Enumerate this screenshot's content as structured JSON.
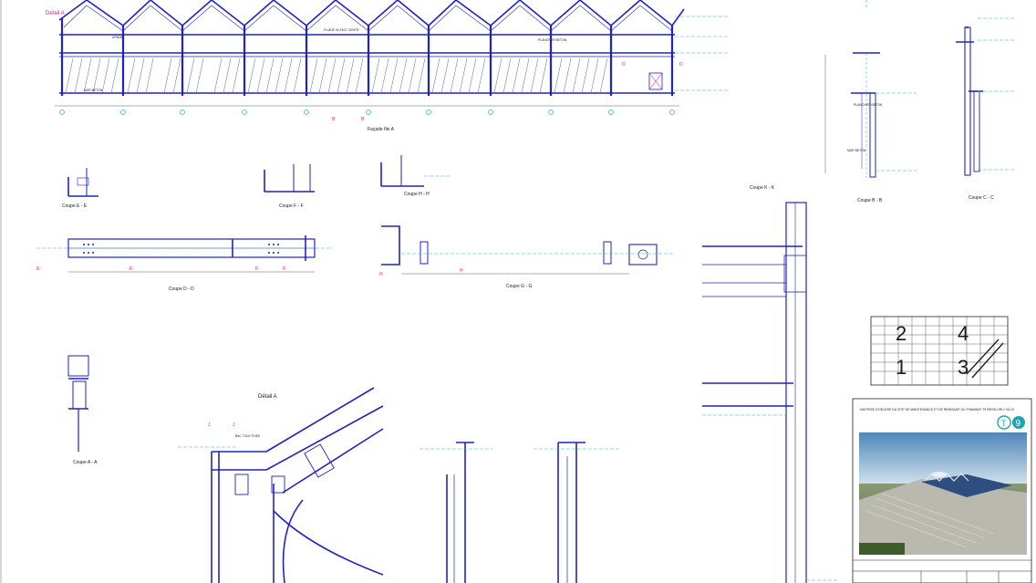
{
  "sheet": {
    "elevation_title": "Façade file A",
    "detail_label": "Détail A",
    "views": {
      "coupe_ee": "Coupe E - E",
      "coupe_ff": "Coupe F - F",
      "coupe_hh": "Coupe H - H",
      "coupe_dd": "Coupe D - D",
      "coupe_gg": "Coupe G - G",
      "coupe_kk": "Coupe K - K",
      "coupe_bb": "Coupe B - B",
      "coupe_cc": "Coupe C - C",
      "coupe_aa": "Coupe A - A",
      "detail_a": "Détail A"
    },
    "key_plan_numbers": [
      "2",
      "4",
      "1",
      "3"
    ],
    "annotations": {
      "fluide": "FLUIDE Ht 23/27 CENTR.",
      "plancher_beton": "PLANCHER BETON",
      "mur_beton": "MUR BETON",
      "uplink": "UPN260",
      "bac_tole": "BAC TOLE PLIEE"
    },
    "title_block": {
      "header": "MAITRISE D'OEUVRE DU SITE DE MAINTENANCE ET DE REMISAGE DU TRAMWAY T9 PARIS-ORLY VILLE",
      "line_badge": "9",
      "line_prefix": "T"
    }
  },
  "colors": {
    "drawing_blue": "#1f22c8",
    "hatch_blue": "#5a5ad8",
    "section_magenta": "#e0209a",
    "axis_cyan": "#27b4d8",
    "badge_teal": "#1aa6b3"
  }
}
